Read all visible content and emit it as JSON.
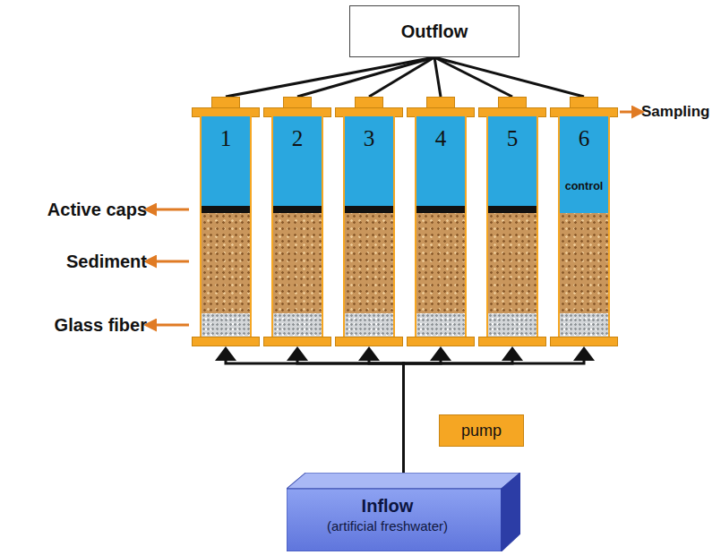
{
  "diagram": {
    "nodes": [
      {
        "text": [
          "Outflow"
        ]
      },
      {
        "text": [
          "1"
        ]
      },
      {
        "text": [
          "2"
        ]
      },
      {
        "text": [
          "3"
        ]
      },
      {
        "text": [
          "4"
        ]
      },
      {
        "text": [
          "5"
        ]
      },
      {
        "text": [
          "6",
          "control"
        ]
      },
      {
        "text": [
          "pump"
        ]
      },
      {
        "text": [
          "Inflow",
          "(artificial freshwater)"
        ]
      }
    ],
    "edges": [
      {
        "from": 1,
        "to": 0,
        "arrow": "to"
      },
      {
        "from": 2,
        "to": 0,
        "arrow": "to"
      },
      {
        "from": 3,
        "to": 0,
        "arrow": "to"
      },
      {
        "from": 4,
        "to": 0,
        "arrow": "to"
      },
      {
        "from": 5,
        "to": 0,
        "arrow": "to"
      },
      {
        "from": 6,
        "to": 0,
        "arrow": "to"
      },
      {
        "from": 8,
        "to": 1,
        "arrow": "to"
      },
      {
        "from": 8,
        "to": 2,
        "arrow": "to"
      },
      {
        "from": 8,
        "to": 3,
        "arrow": "to"
      },
      {
        "from": 8,
        "to": 4,
        "arrow": "to"
      },
      {
        "from": 8,
        "to": 5,
        "arrow": "to"
      },
      {
        "from": 8,
        "to": 6,
        "arrow": "to"
      }
    ],
    "labels": [
      "Active caps",
      "Sediment",
      "Glass fiber",
      "Sampling"
    ]
  }
}
